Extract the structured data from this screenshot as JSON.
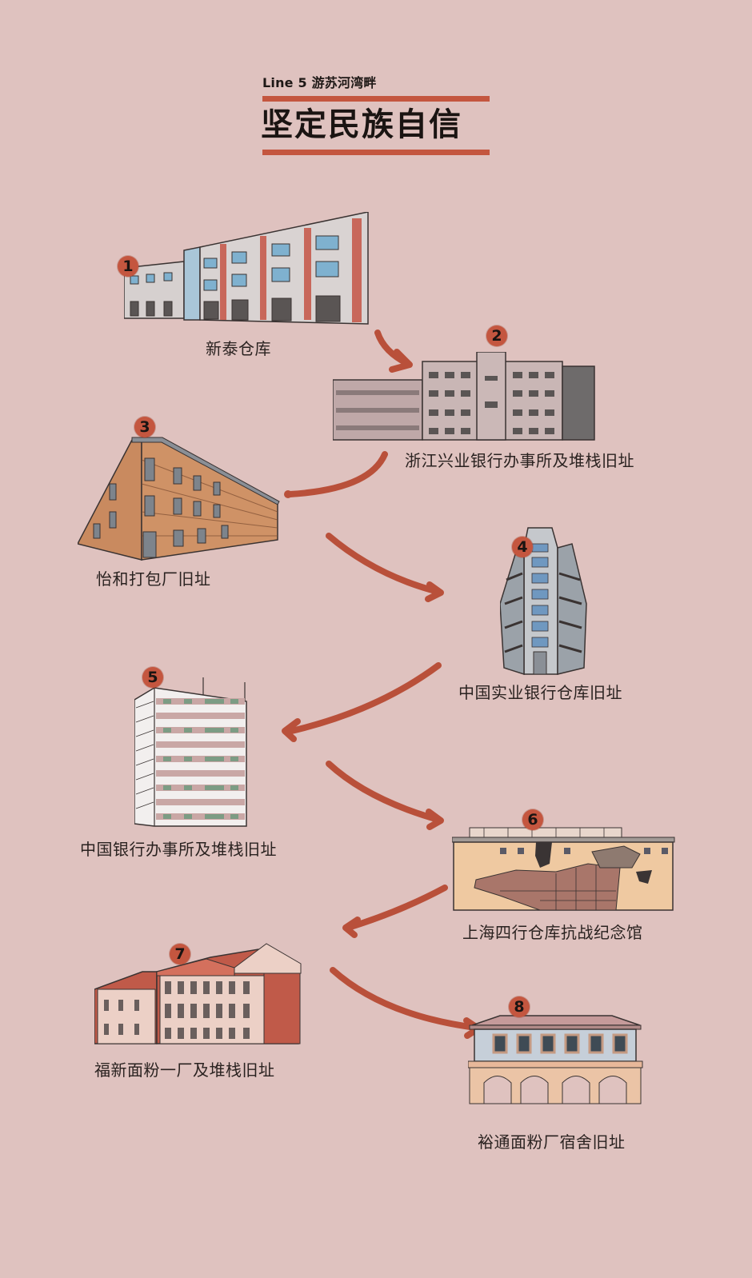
{
  "header": {
    "subtitle": "Line 5 游苏河湾畔",
    "title": "坚定民族自信"
  },
  "colors": {
    "background": "#dfc2bf",
    "accent": "#c4563f",
    "text": "#2a2220"
  },
  "stops": [
    {
      "number": "1",
      "name": "新泰仓库"
    },
    {
      "number": "2",
      "name": "浙江兴业银行办事所及堆栈旧址"
    },
    {
      "number": "3",
      "name": "怡和打包厂旧址"
    },
    {
      "number": "4",
      "name": "中国实业银行仓库旧址"
    },
    {
      "number": "5",
      "name": "中国银行办事所及堆栈旧址"
    },
    {
      "number": "6",
      "name": "上海四行仓库抗战纪念馆"
    },
    {
      "number": "7",
      "name": "福新面粉一厂及堆栈旧址"
    },
    {
      "number": "8",
      "name": "裕通面粉厂宿舍旧址"
    }
  ],
  "icons": {
    "route_arrow": "curved-arrow",
    "building": "building-illustration"
  }
}
